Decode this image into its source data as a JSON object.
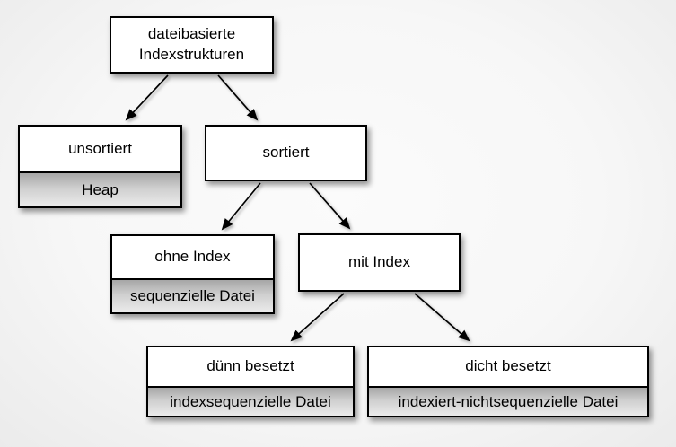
{
  "diagram": {
    "title": "dateibasierte Indexstrukturen (Baumdiagramm)",
    "nodes": {
      "root": {
        "label": "dateibasierte Indexstrukturen"
      },
      "unsortiert": {
        "label": "unsortiert",
        "sublabel": "Heap"
      },
      "sortiert": {
        "label": "sortiert"
      },
      "ohne_index": {
        "label": "ohne Index",
        "sublabel": "sequenzielle Datei"
      },
      "mit_index": {
        "label": "mit Index"
      },
      "duenn": {
        "label": "dünn besetzt",
        "sublabel": "indexsequenzielle Datei"
      },
      "dicht": {
        "label": "dicht besetzt",
        "sublabel": "indexiert-nichtsequenzielle Datei"
      }
    },
    "edges": [
      {
        "from": "root",
        "to": "unsortiert"
      },
      {
        "from": "root",
        "to": "sortiert"
      },
      {
        "from": "sortiert",
        "to": "ohne_index"
      },
      {
        "from": "sortiert",
        "to": "mit_index"
      },
      {
        "from": "mit_index",
        "to": "duenn"
      },
      {
        "from": "mit_index",
        "to": "dicht"
      }
    ],
    "colors": {
      "background": "#f7f7f7",
      "box_fill": "#ffffff",
      "box_border": "#000000",
      "sublabel_gradient_top": "#a6a6a6",
      "sublabel_gradient_bottom": "#ebebeb",
      "text": "#000000",
      "arrow": "#000000"
    }
  }
}
